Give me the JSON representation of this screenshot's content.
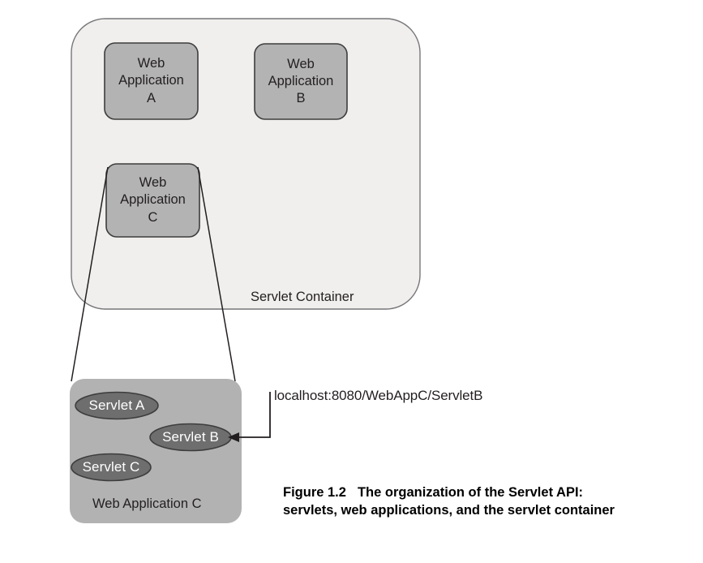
{
  "figure": {
    "caption_number": "Figure 1.2",
    "caption_line1": "The organization of the Servlet API:",
    "caption_line2": "servlets, web applications, and the servlet container"
  },
  "colors": {
    "container_fill": "#f0efed",
    "container_stroke": "#77767a",
    "app_box_fill": "#b3b3b3",
    "app_box_stroke": "#3d3d3d",
    "webapp_panel_fill": "#b2b2b2",
    "servlet_ellipse_fill": "#6e6e6e",
    "servlet_ellipse_stroke": "#3d3d3d",
    "servlet_text": "#ffffff",
    "line_stroke": "#231f20",
    "text": "#231f20"
  },
  "servlet_container": {
    "label": "Servlet Container",
    "applications": [
      {
        "id": "a",
        "line1": "Web",
        "line2": "Application",
        "line3": "A"
      },
      {
        "id": "b",
        "line1": "Web",
        "line2": "Application",
        "line3": "B"
      },
      {
        "id": "c",
        "line1": "Web",
        "line2": "Application",
        "line3": "C"
      }
    ]
  },
  "webapp_detail": {
    "label": "Web Application C",
    "servlets": [
      {
        "id": "a",
        "label": "Servlet A"
      },
      {
        "id": "b",
        "label": "Servlet B"
      },
      {
        "id": "c",
        "label": "Servlet C"
      }
    ]
  },
  "request": {
    "url": "localhost:8080/WebAppC/ServletB"
  }
}
